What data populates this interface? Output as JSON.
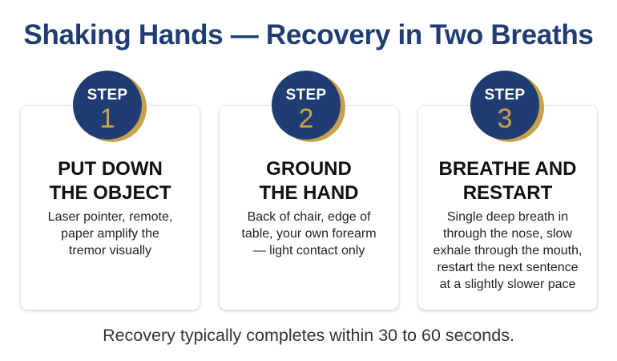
{
  "title": "Shaking Hands — Recovery in Two Breaths",
  "colors": {
    "navy": "#1f3c73",
    "gold": "#c8a24a"
  },
  "steps": [
    {
      "badge_word": "STEP",
      "badge_number": "1",
      "heading_line1": "PUT DOWN",
      "heading_line2": "THE OBJECT",
      "body_lines": [
        "Laser pointer, remote,",
        "paper amplify the",
        "tremor visually"
      ]
    },
    {
      "badge_word": "STEP",
      "badge_number": "2",
      "heading_line1": "GROUND",
      "heading_line2": "THE HAND",
      "body_lines": [
        "Back of chair, edge of",
        "table, your own forearm",
        "— light contact only"
      ]
    },
    {
      "badge_word": "STEP",
      "badge_number": "3",
      "heading_line1": "BREATHE AND",
      "heading_line2": "RESTART",
      "body_lines": [
        "Single deep breath in",
        "through the nose, slow",
        "exhale through the mouth,",
        "restart the next sentence",
        "at a slightly slower pace"
      ]
    }
  ],
  "footer": "Recovery typically completes within 30 to 60 seconds."
}
